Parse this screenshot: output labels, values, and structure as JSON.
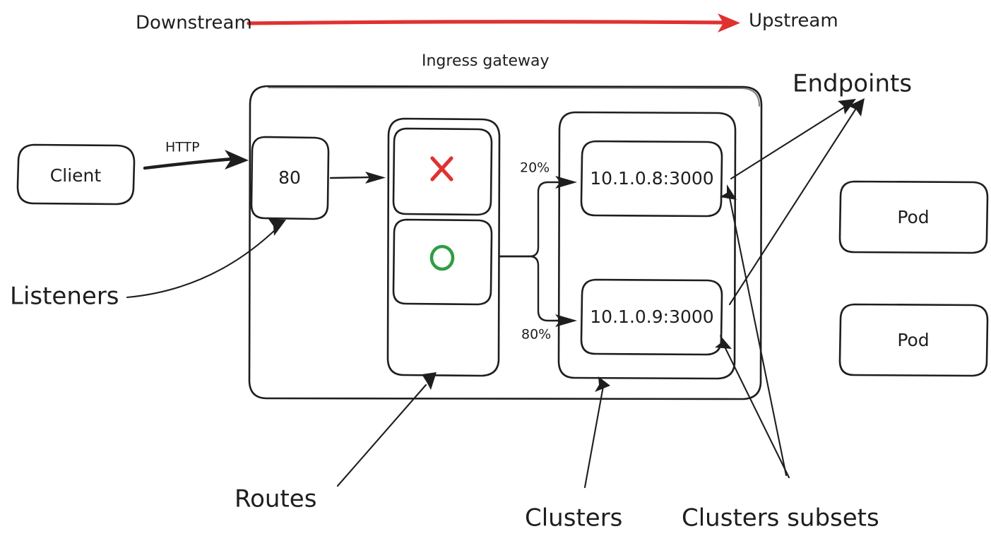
{
  "diagram": {
    "title": "Ingress gateway",
    "flow": {
      "downstream_label": "Downstream",
      "upstream_label": "Upstream",
      "arrow_color": "#e03131"
    },
    "client": {
      "label": "Client",
      "protocol_label": "HTTP"
    },
    "listener": {
      "port_label": "80",
      "callout": "Listeners"
    },
    "routes": {
      "callout": "Routes",
      "entries": [
        {
          "mark": "x",
          "mark_label": "✕",
          "status_color": "#e03131"
        },
        {
          "mark": "o",
          "mark_label": "◯",
          "status_color": "#2f9e44"
        }
      ]
    },
    "clusters": {
      "callout": "Clusters",
      "subsets_callout": "Clusters subsets",
      "endpoints_callout": "Endpoints",
      "endpoints": [
        {
          "address": "10.1.0.8:3000",
          "weight_label": "20%"
        },
        {
          "address": "10.1.0.9:3000",
          "weight_label": "80%"
        }
      ]
    },
    "pods": [
      {
        "label": "Pod"
      },
      {
        "label": "Pod"
      }
    ]
  }
}
